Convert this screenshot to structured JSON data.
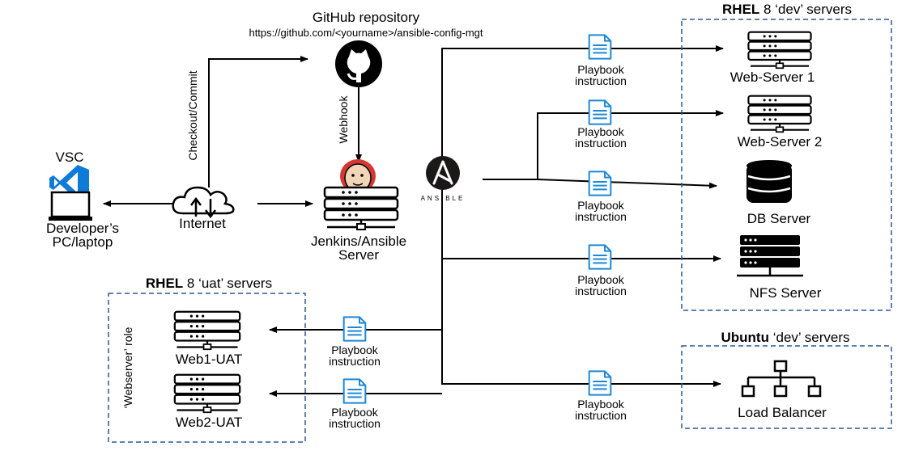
{
  "github": {
    "title": "GitHub repository",
    "url": "https://github.com/<yourname>/ansible-config-mgt"
  },
  "labels": {
    "checkout_commit": "Checkout/Commit",
    "webhook": "Webhook",
    "vsc": "VSC",
    "internet": "Internet",
    "dev_pc_line1": "Developer’s",
    "dev_pc_line2": "PC/laptop",
    "jenkins_line1": "Jenkins/Ansible",
    "jenkins_line2": "Server",
    "ansible_word": "ANSIBLE",
    "webserver_role": "‘Webserver’ role",
    "playbook_line1": "Playbook",
    "playbook_line2": "instruction"
  },
  "groups": {
    "rhel_dev": {
      "bold": "RHEL",
      "rest": " 8 ‘dev’ servers"
    },
    "rhel_uat": {
      "bold": "RHEL",
      "rest": " 8 ‘uat’ servers"
    },
    "ubuntu_dev": {
      "bold": "Ubuntu",
      "rest": " ‘dev’ servers"
    }
  },
  "servers": {
    "web1": "Web-Server 1",
    "web2": "Web-Server 2",
    "db": "DB Server",
    "nfs": "NFS Server",
    "lb": "Load Balancer",
    "web1_uat": "Web1-UAT",
    "web2_uat": "Web2-UAT"
  },
  "colors": {
    "doc_blue": "#1e88d6",
    "vscode_blue": "#0e7bd8",
    "dashed_border": "#2f5597",
    "line": "#000000"
  }
}
